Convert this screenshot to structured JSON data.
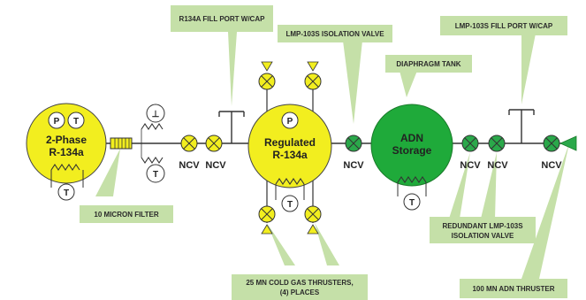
{
  "colors": {
    "tank_yellow": "#f2ee1f",
    "tank_green": "#1faa3a",
    "callout_green": "#c5e0a8",
    "valve_yellow": "#f2ee1f",
    "valve_green": "#2aa84a",
    "line": "#333333"
  },
  "tanks": {
    "left": {
      "line1": "2-Phase",
      "line2": "R-134a",
      "gauge_top_left": "P",
      "gauge_top_right": "T",
      "gauge_bottom": "T"
    },
    "middle": {
      "line1": "Regulated",
      "line2": "R-134a",
      "gauge_top": "P",
      "gauge_bottom": "T"
    },
    "right": {
      "line1": "ADN",
      "line2": "Storage",
      "gauge_bottom": "T"
    }
  },
  "heater_gauge": "T",
  "regulator_symbol": "⊥",
  "valve_labels": {
    "ncv1": "NCV",
    "ncv2": "NCV",
    "ncv3": "NCV",
    "ncv4": "NCV",
    "ncv5": "NCV",
    "ncv6": "NCV"
  },
  "callouts": {
    "r134a_fill_port": "R134A FILL PORT W/CAP",
    "lmp_isolation_valve": "LMP-103S ISOLATION VALVE",
    "lmp_fill_port": "LMP-103S FILL PORT W/CAP",
    "diaphragm_tank": "DIAPHRAGM TANK",
    "micron_filter": "10 MICRON FILTER",
    "redundant_line1": "REDUNDANT LMP-103S",
    "redundant_line2": "ISOLATION VALVE",
    "cold_gas_line1": "25 MN COLD GAS THRUSTERS,",
    "cold_gas_line2": "(4) PLACES",
    "adn_thruster": "100 MN ADN THRUSTER"
  }
}
